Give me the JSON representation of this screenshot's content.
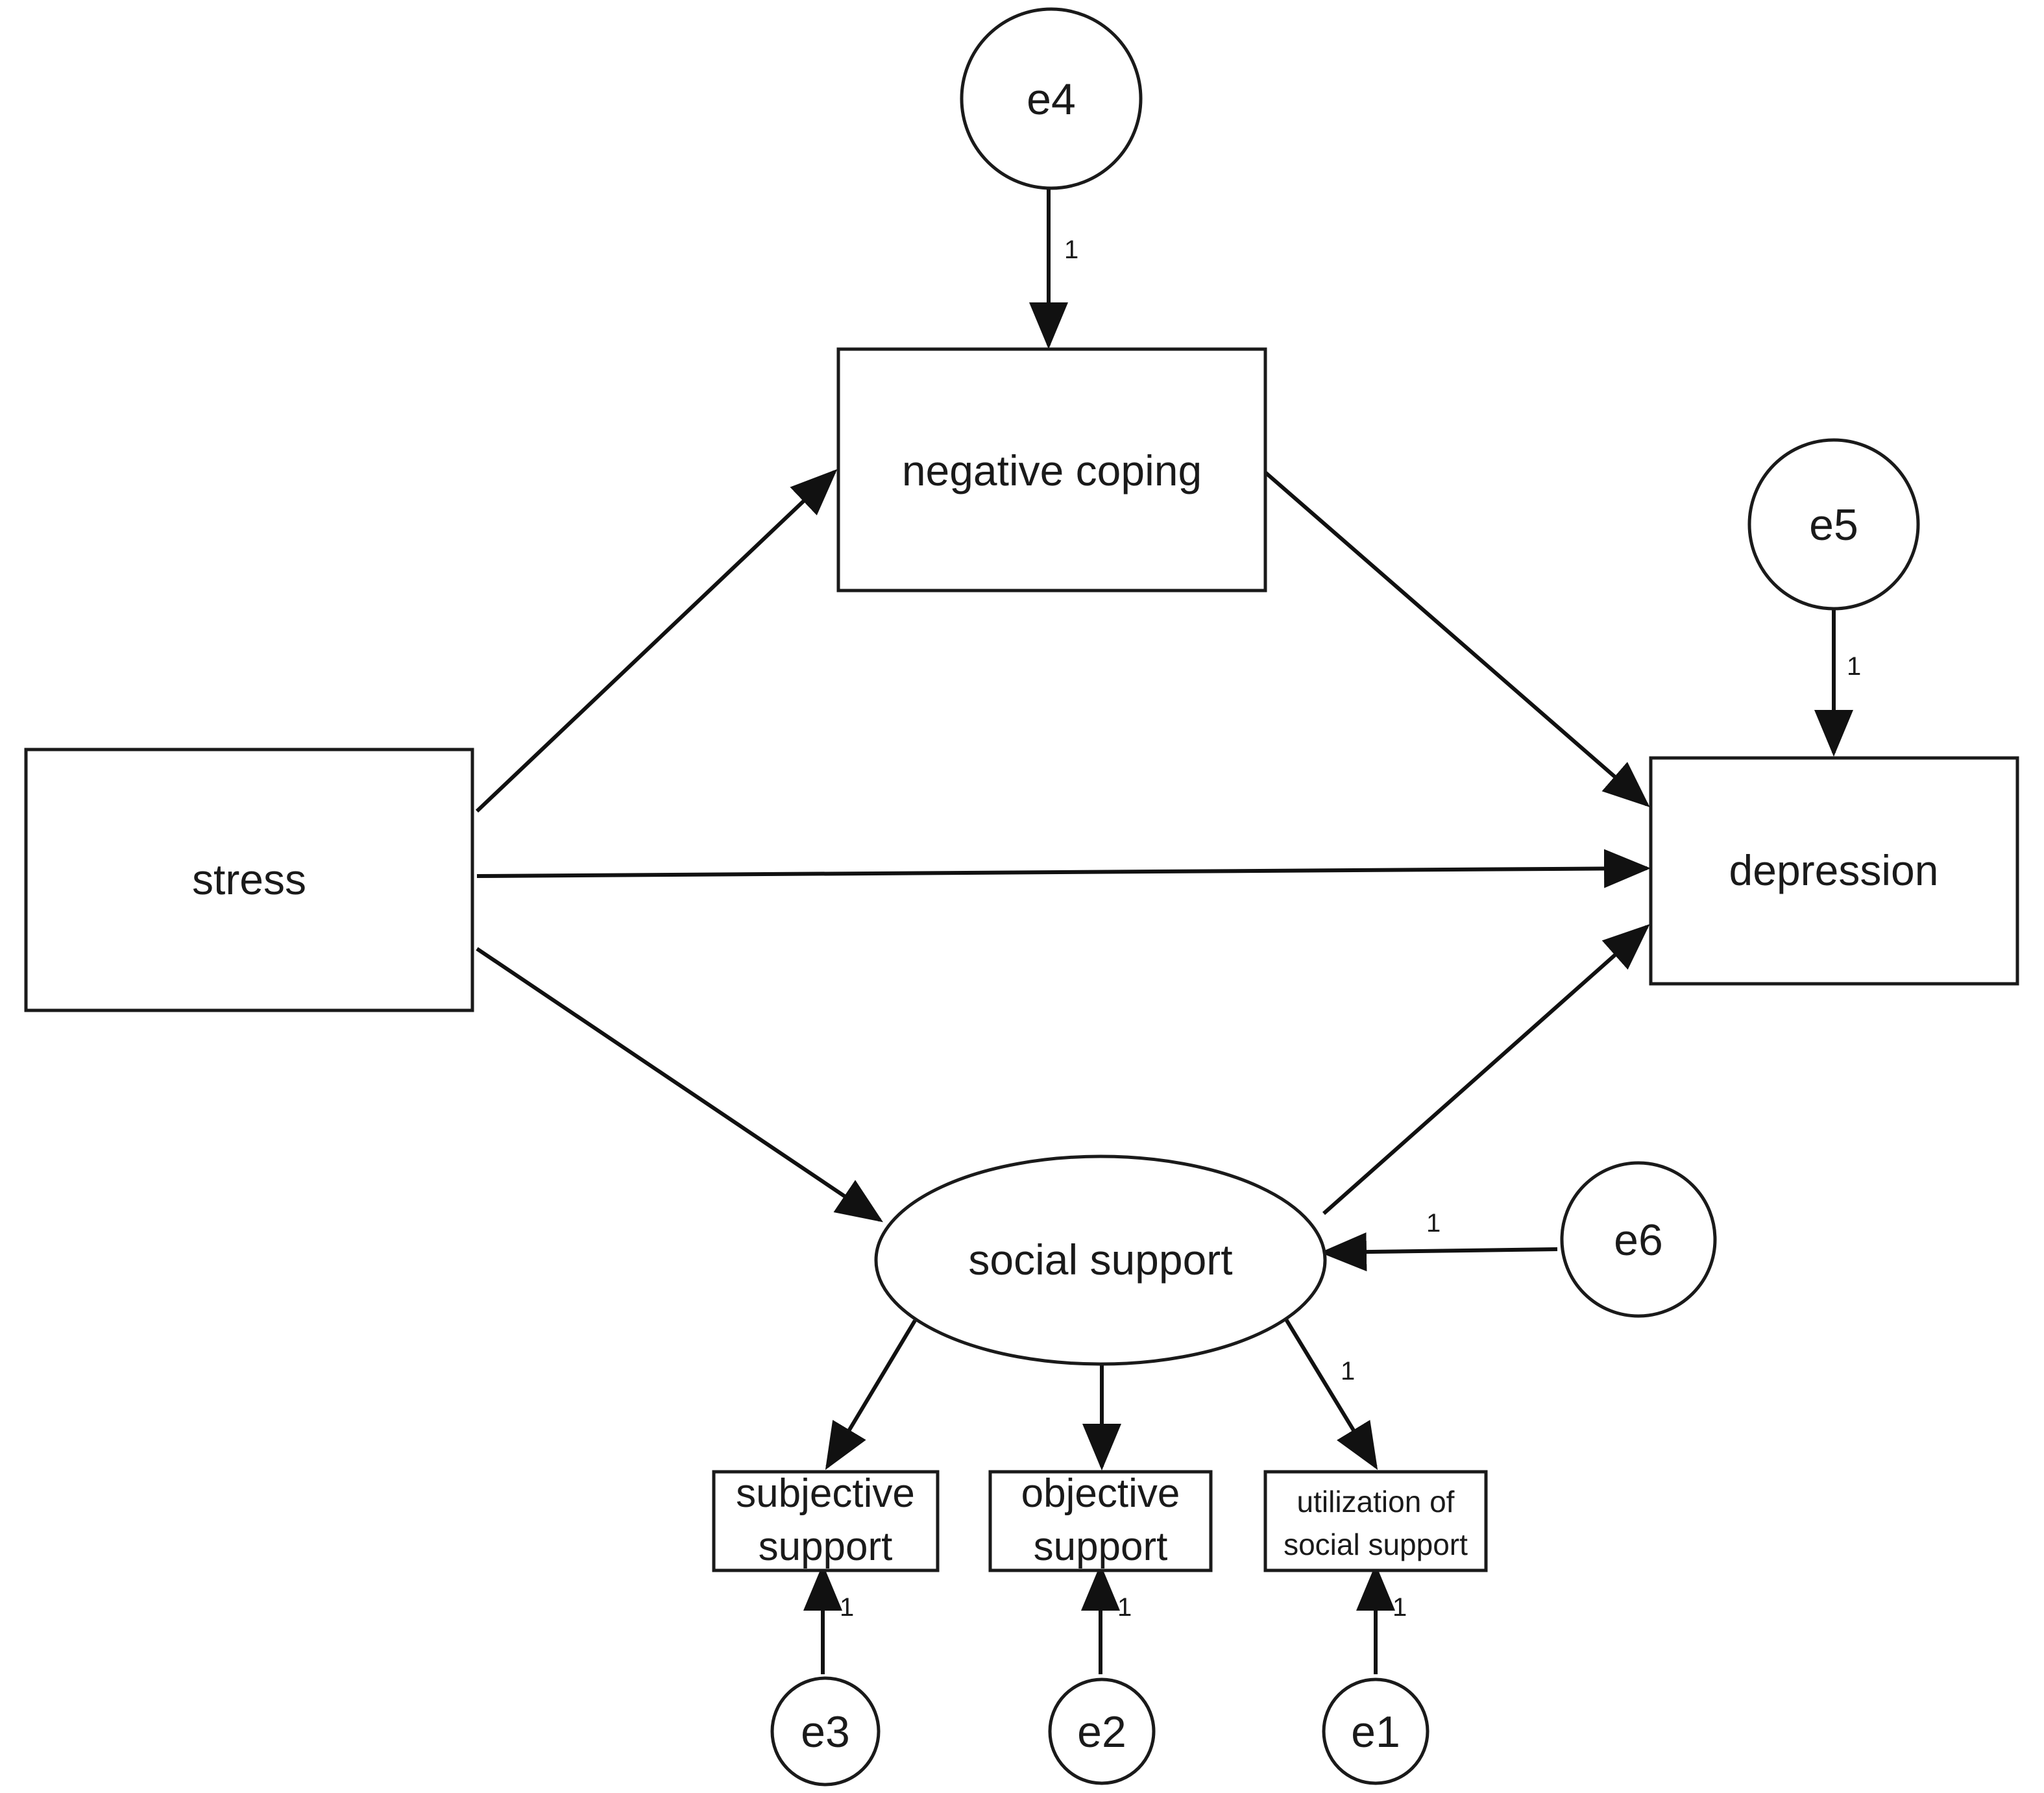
{
  "nodes": {
    "stress": "stress",
    "negative_coping": "negative coping",
    "depression": "depression",
    "social_support": "social support",
    "subjective_support": [
      "subjective",
      "support"
    ],
    "objective_support": [
      "objective",
      "support"
    ],
    "utilization_support": [
      "utilization of",
      "social support"
    ]
  },
  "errors": {
    "e1": "e1",
    "e2": "e2",
    "e3": "e3",
    "e4": "e4",
    "e5": "e5",
    "e6": "e6"
  },
  "path_labels": {
    "e4_to_negative_coping": "1",
    "e5_to_depression": "1",
    "e6_to_social_support": "1",
    "social_support_to_utilization": "1",
    "e3_to_subjective": "1",
    "e2_to_objective": "1",
    "e1_to_utilization": "1"
  },
  "colors": {
    "stroke": "#1a1a1a",
    "background": "#ffffff"
  }
}
